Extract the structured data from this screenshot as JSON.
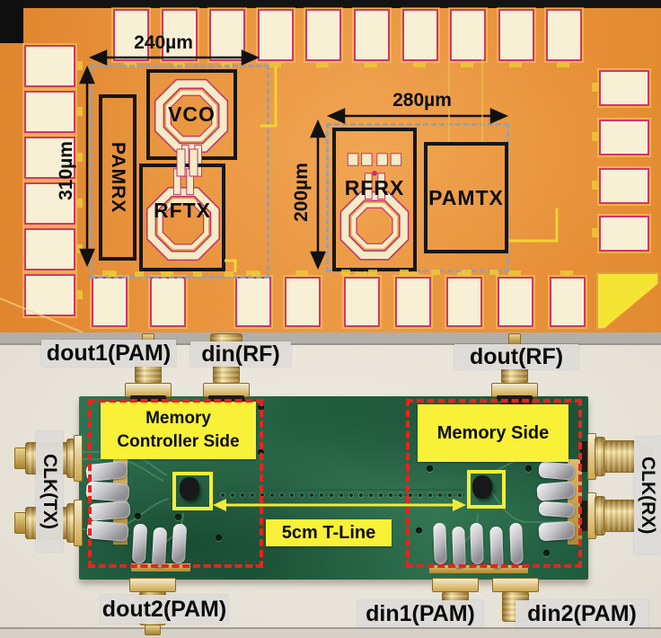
{
  "die_photo": {
    "dim_width_left": "240µm",
    "dim_height_left": "310µm",
    "dim_width_right": "280µm",
    "dim_height_right": "200µm",
    "blocks": {
      "pamrx": "PAMRX",
      "vco": "VCO",
      "rftx": "RFTX",
      "rfrx": "RFRX",
      "pamtx": "PAMTX"
    }
  },
  "board_photo": {
    "port_labels": {
      "dout1": "dout1(PAM)",
      "din_rf": "din(RF)",
      "dout_rf": "dout(RF)",
      "dout2": "dout2(PAM)",
      "din1": "din1(PAM)",
      "din2": "din2(PAM)",
      "clk_tx": "CLK(TX)",
      "clk_rx": "CLK(RX)"
    },
    "callouts": {
      "mc_line1": "Memory",
      "mc_line2": "Controller Side",
      "memory_side": "Memory Side",
      "tline": "5cm T-Line"
    }
  },
  "colors": {
    "die_orange": "#e8923c",
    "pad_cream": "#f6efd4",
    "pad_edge": "#d5346d",
    "outline_black": "#161616",
    "dashed_gray": "#97a0ac",
    "trace_yellow": "#f0d435",
    "pcb_green": "#2b6d4b",
    "dash_red": "#e6241e",
    "callout_yellow": "#f8f137",
    "gold": "#c9a44e",
    "solder_silver": "#c6c6c8",
    "label_gray": "#dedcd8"
  }
}
